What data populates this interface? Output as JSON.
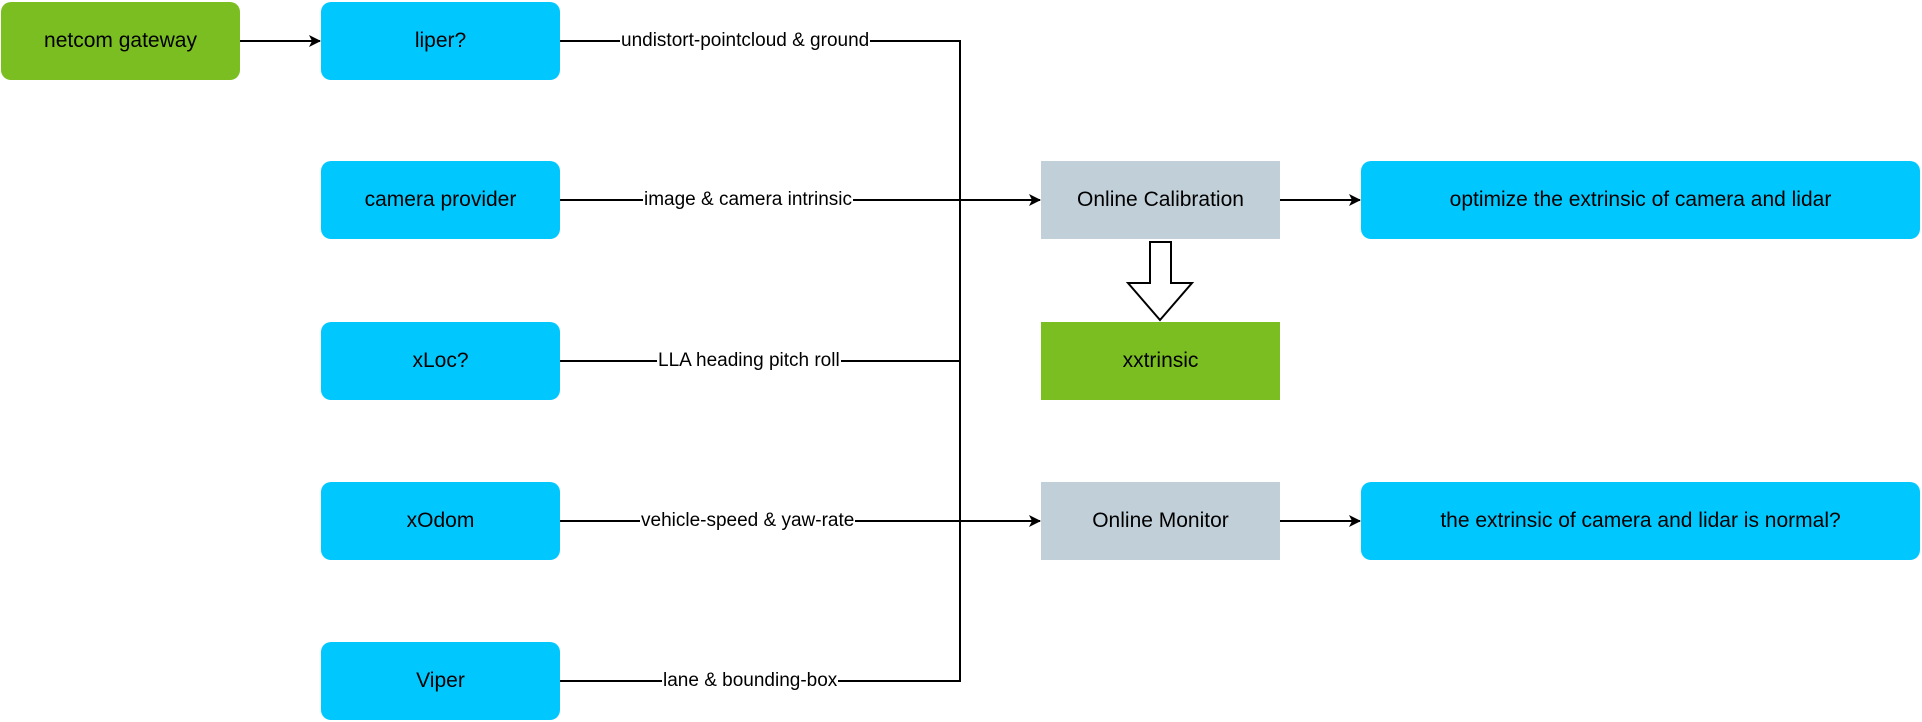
{
  "nodes": {
    "netcom_gateway": "netcom gateway",
    "liper": "liper?",
    "camera_provider": "camera provider",
    "xloc": "xLoc?",
    "xodom": "xOdom",
    "viper": "Viper",
    "online_calibration": "Online Calibration",
    "xxtrinsic": "xxtrinsic",
    "online_monitor": "Online Monitor",
    "optimize": "optimize the extrinsic of camera and lidar",
    "normal_check": "the extrinsic of camera and lidar is normal?"
  },
  "edges": {
    "liper_out": "undistort-pointcloud & ground",
    "camera_out": "image & camera intrinsic",
    "xloc_out": "LLA heading pitch roll",
    "xodom_out": "vehicle-speed & yaw-rate",
    "viper_out": "lane & bounding-box"
  },
  "colors": {
    "input_node": "#00c8ff",
    "source_node": "#7bbe22",
    "process_node": "#c0cfd8",
    "output_node": "#7bbe22",
    "edge": "#000000"
  }
}
